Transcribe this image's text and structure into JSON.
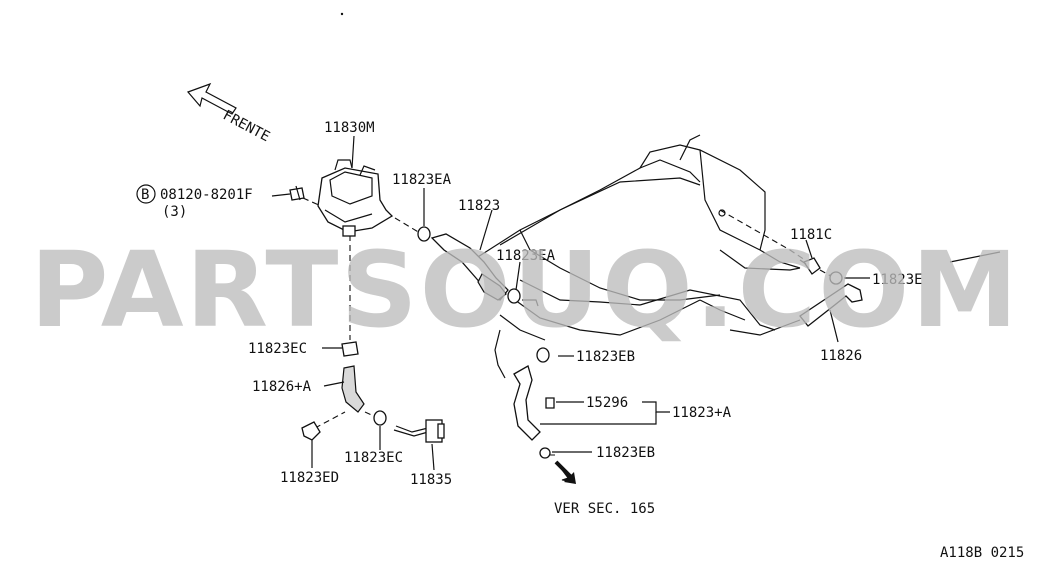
{
  "watermark": "PARTSOUQ.COM",
  "direction": "FRENTE",
  "bolt_prefix": "B",
  "labels": {
    "p11830m": "11830M",
    "p08120": "08120-8201F",
    "p08120_qty": "(3)",
    "p11823ea_top": "11823EA",
    "p11823": "11823",
    "p11823ea_mid": "11823EA",
    "p1181c": "1181C",
    "p11823e": "11823E",
    "p11826": "11826",
    "p11823ec_top": "11823EC",
    "p11826a": "11826+A",
    "p11823eb_top": "11823EB",
    "p15296": "15296",
    "p11823a": "11823+A",
    "p11823eb_bot": "11823EB",
    "p11823ed": "11823ED",
    "p11823ec_bot": "11823EC",
    "p11835": "11835"
  },
  "reference": "VER SEC. 165",
  "drawing_code": "A118B 0215"
}
